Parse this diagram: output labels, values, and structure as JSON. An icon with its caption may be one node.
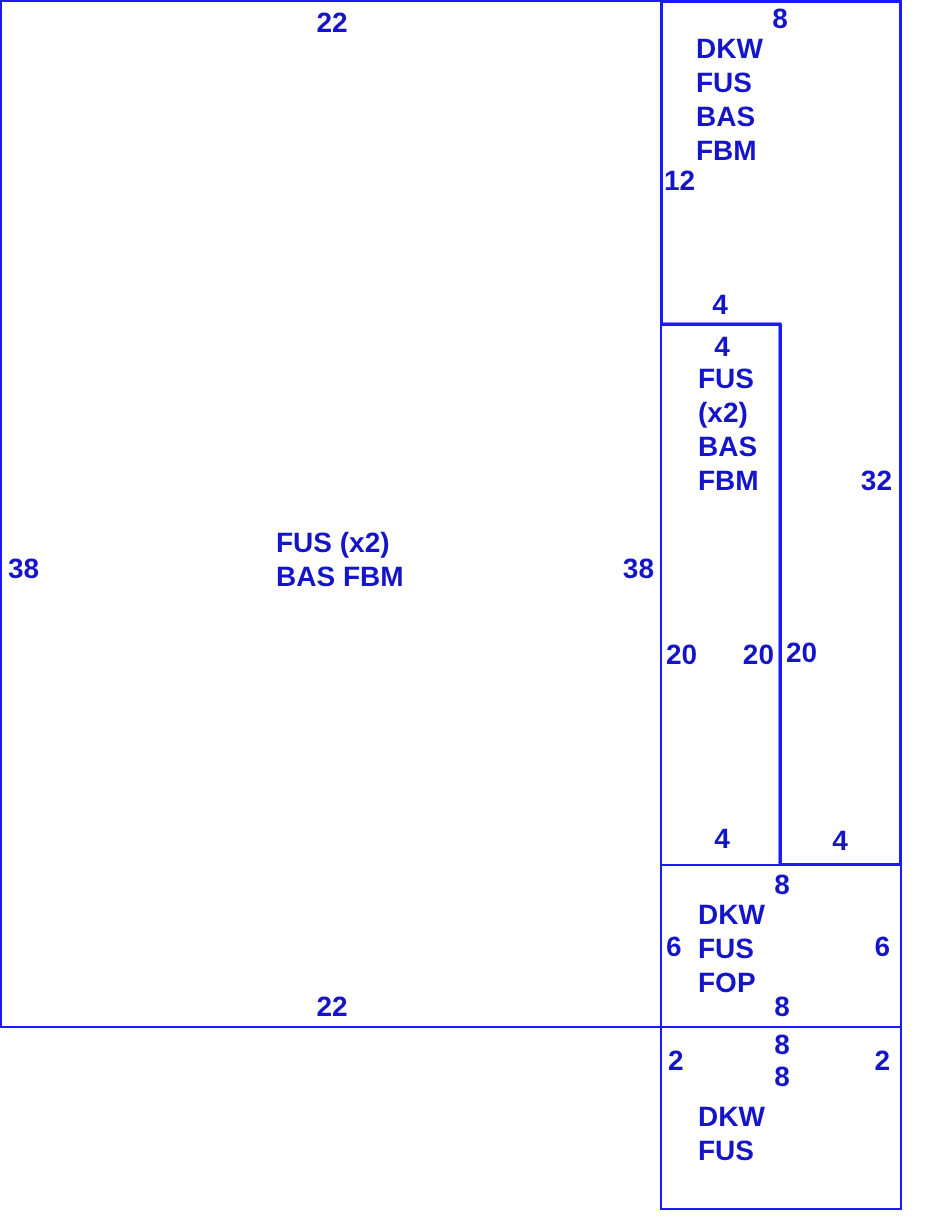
{
  "diagram": {
    "nodes": [
      {
        "text": [
          "22",
          "38",
          "FUS (x2) BAS FBM",
          "38",
          "22"
        ]
      },
      {
        "text": [
          "8",
          "DKW FUS BAS FBM",
          "12",
          "4",
          "32",
          "20",
          "4"
        ]
      },
      {
        "text": [
          "4",
          "FUS (x2) BAS FBM",
          "20",
          "20",
          "4"
        ]
      },
      {
        "text": [
          "8",
          "6",
          "DKW FUS FOP",
          "6",
          "8"
        ]
      },
      {
        "text": [
          "8",
          "2",
          "2",
          "8",
          "DKW FUS"
        ]
      }
    ]
  }
}
